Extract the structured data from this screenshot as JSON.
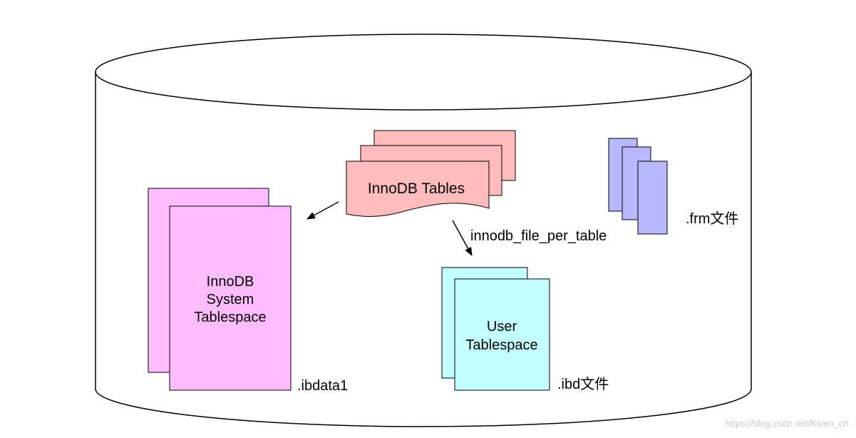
{
  "diagram": {
    "innodb_tables_label": "InnoDB Tables",
    "system_tablespace_lines": [
      "InnoDB",
      "System",
      "Tablespace"
    ],
    "user_tablespace_lines": [
      "User",
      "Tablespace"
    ],
    "file_per_table_label": "innodb_file_per_table",
    "ibdata_label": ".ibdata1",
    "ibd_label": ".ibd文件",
    "frm_label": ".frm文件"
  },
  "colors": {
    "innodb_tables": "#ffbcbc",
    "system_tablespace": "#ffbcff",
    "user_tablespace": "#c4ffff",
    "frm_files": "#b8b8ff",
    "outline": "#000000"
  },
  "watermark": "https://blog.csdn.net/Kiven_ch"
}
